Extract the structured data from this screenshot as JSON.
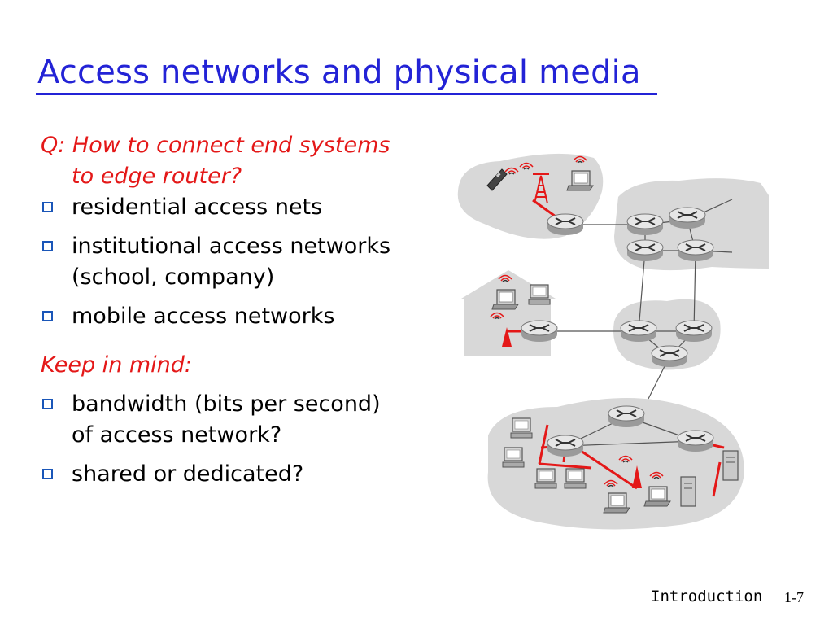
{
  "slide": {
    "title": "Access networks and physical media",
    "question_line1": "Q: How to connect end systems",
    "question_line2": "to edge router?",
    "bullets1": [
      {
        "lines": [
          "residential access nets"
        ]
      },
      {
        "lines": [
          "institutional access networks",
          "(school, company)"
        ]
      },
      {
        "lines": [
          "mobile access networks"
        ]
      }
    ],
    "keep_in_mind": "Keep in mind:",
    "bullets2": [
      {
        "lines": [
          "bandwidth (bits per second)",
          "of access network?"
        ]
      },
      {
        "lines": [
          "shared or dedicated?"
        ]
      }
    ]
  },
  "footer": {
    "label": "Introduction",
    "page": "1-7"
  },
  "colors": {
    "title": "#2323d6",
    "emphasis": "#e41818",
    "bullet_box": "#1a56b8",
    "cloud": "#d8d8d8",
    "access_link": "#e41818"
  },
  "icons": [
    "router-icon",
    "laptop-icon",
    "cell-tower-icon",
    "phone-icon",
    "desktop-icon",
    "wireless-ap-icon",
    "server-icon",
    "house-icon"
  ]
}
